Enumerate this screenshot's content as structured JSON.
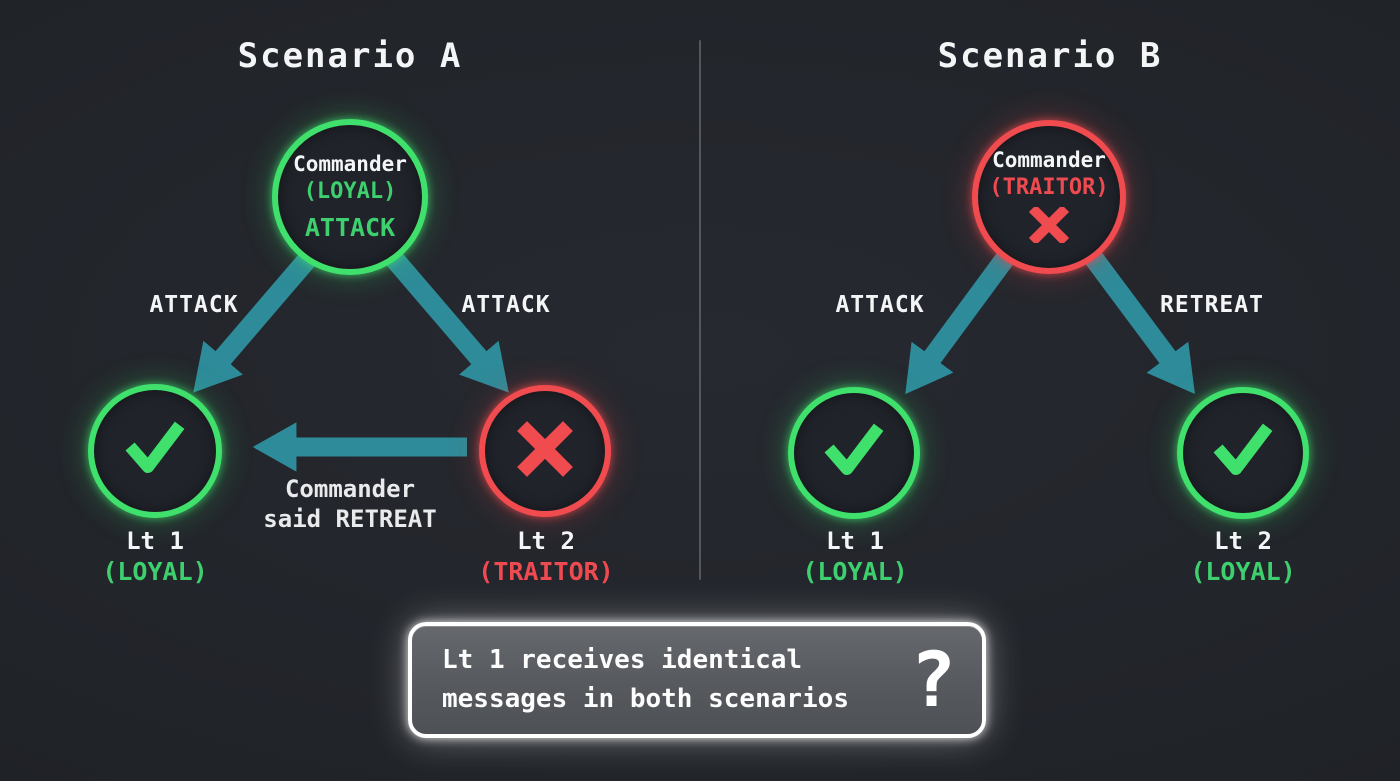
{
  "colors": {
    "background": "#212429",
    "green": "#3fe06c",
    "green_text": "#3ecf6e",
    "red": "#f04b4f",
    "red_text": "#ef4a50",
    "teal": "#2e8b99",
    "white": "#f4f5f6",
    "divider": "#596066",
    "callout_bg": "#5b5e63",
    "callout_border": "#ffffff"
  },
  "scenarios": {
    "a": {
      "title": "Scenario A",
      "commander": {
        "name": "Commander",
        "allegiance": "(LOYAL)",
        "order": "ATTACK"
      },
      "message_left": "ATTACK",
      "message_right": "ATTACK",
      "relay_message": {
        "line1": "Commander",
        "line2": "said RETREAT"
      },
      "lt1": {
        "name": "Lt 1",
        "allegiance": "(LOYAL)"
      },
      "lt2": {
        "name": "Lt 2",
        "allegiance": "(TRAITOR)"
      }
    },
    "b": {
      "title": "Scenario B",
      "commander": {
        "name": "Commander",
        "allegiance": "(TRAITOR)"
      },
      "message_left": "ATTACK",
      "message_right": "RETREAT",
      "lt1": {
        "name": "Lt 1",
        "allegiance": "(LOYAL)"
      },
      "lt2": {
        "name": "Lt 2",
        "allegiance": "(LOYAL)"
      }
    }
  },
  "callout": {
    "line1": "Lt 1 receives identical",
    "line2": "messages in both scenarios",
    "mark": "?"
  }
}
